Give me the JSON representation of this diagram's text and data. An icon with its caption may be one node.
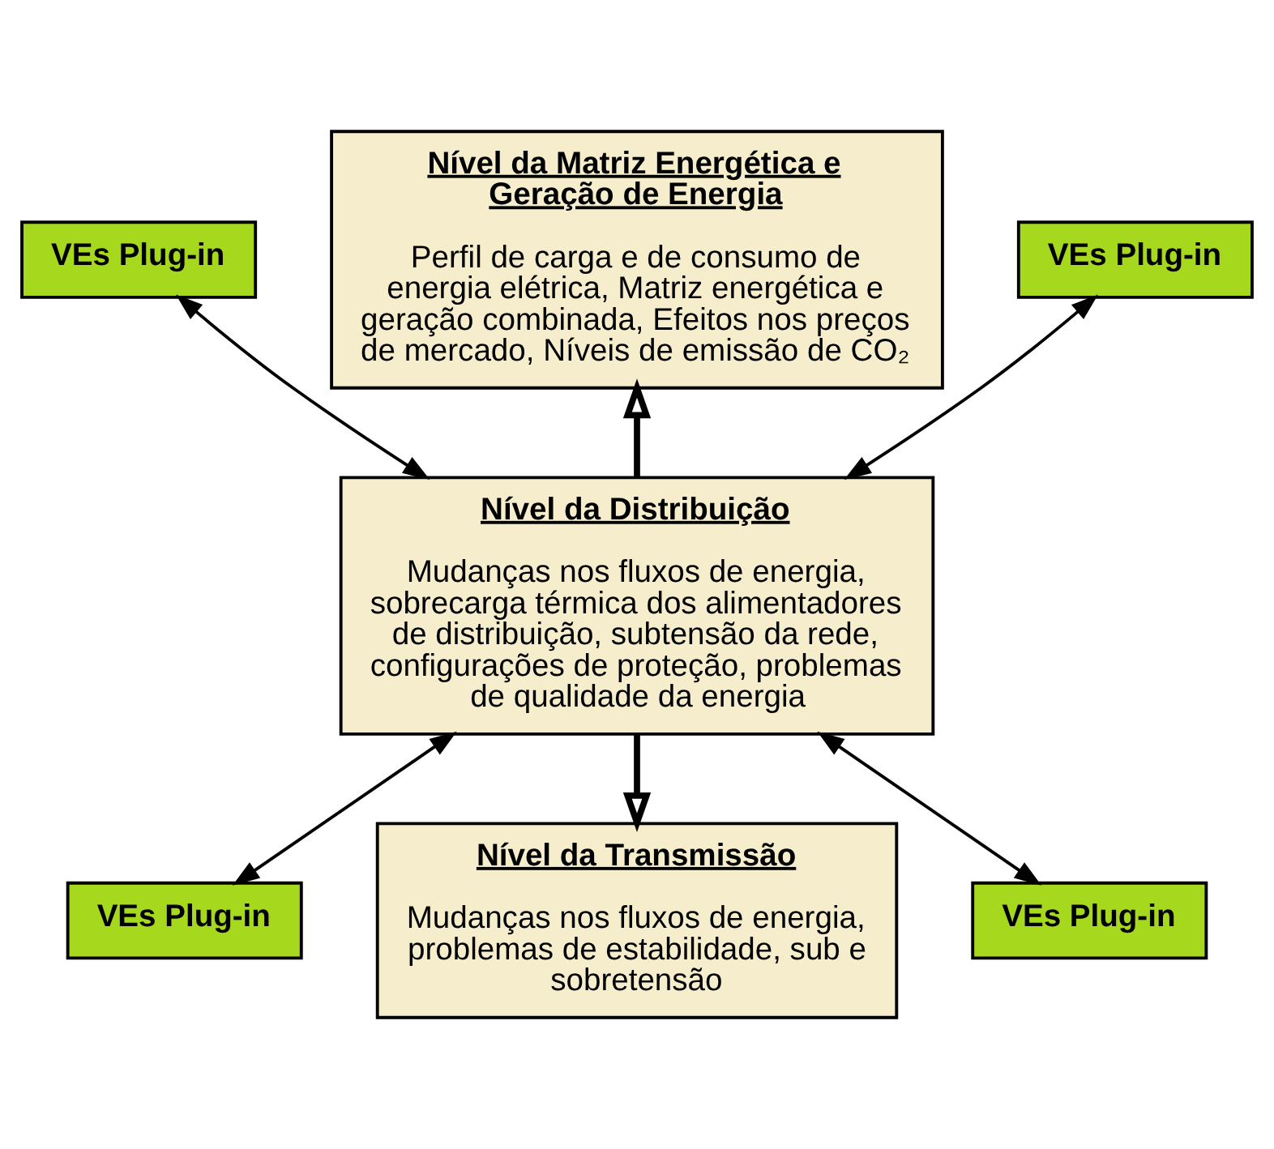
{
  "diagram": {
    "nodes": [
      {
        "text": [
          "Nível da Matriz Energética e Geração de Energia",
          "Perfil de carga e de consumo de energia elétrica, Matriz energética e geração combinada, Efeitos nos preços de mercado, Níveis de emissão de CO₂"
        ]
      },
      {
        "text": [
          "VEs Plug-in"
        ]
      },
      {
        "text": [
          "Nível da Distribuição",
          "Mudanças nos fluxos de energia, sobrecarga térmica dos alimentadores de distribuição, subtensão da rede, configurações de proteção, problemas de qualidade da energia"
        ]
      },
      {
        "text": [
          "VEs Plug-in"
        ]
      },
      {
        "text": [
          "VEs Plug-in"
        ]
      },
      {
        "text": [
          "Nível da Transmissão",
          "Mudanças nos fluxos de energia, problemas de estabilidade, sub e sobretensão"
        ]
      },
      {
        "text": [
          "VEs Plug-in"
        ]
      }
    ],
    "edges": [
      {
        "from": 2,
        "to": 0,
        "arrow": "to",
        "style": "thick"
      },
      {
        "from": 1,
        "to": 2,
        "arrow": "both"
      },
      {
        "from": 3,
        "to": 2,
        "arrow": "both"
      },
      {
        "from": 4,
        "to": 2,
        "arrow": "both"
      },
      {
        "from": 6,
        "to": 2,
        "arrow": "both"
      },
      {
        "from": 2,
        "to": 5,
        "arrow": "to",
        "style": "thick"
      }
    ]
  }
}
